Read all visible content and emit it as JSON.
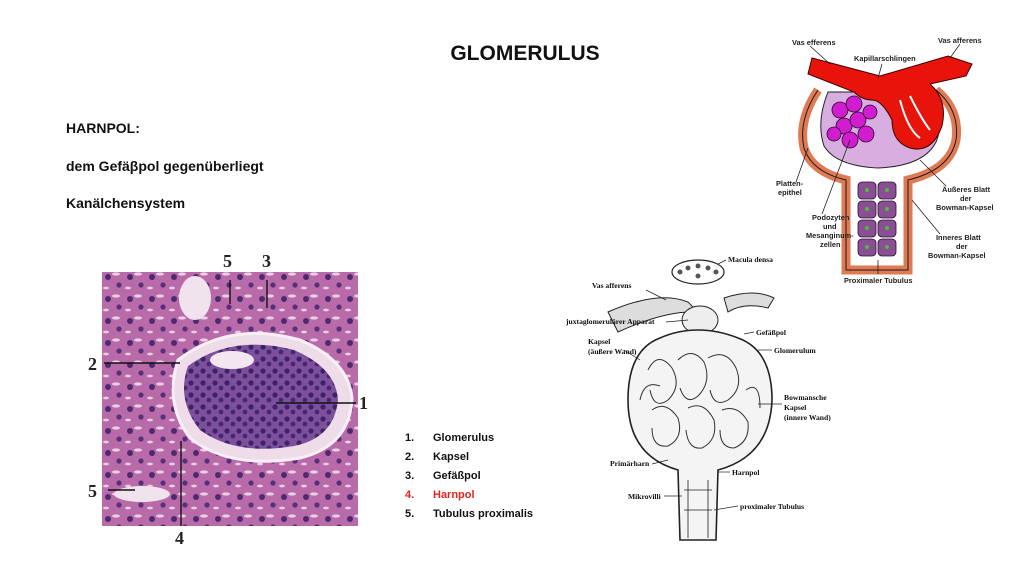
{
  "title": "GLOMERULUS",
  "headings": {
    "harnpol": "HARNPOL:",
    "line2": "dem Gefäβpol gegenüberliegt",
    "line3": "Kanälchensystem"
  },
  "micrograph": {
    "labels": [
      "5",
      "3",
      "2",
      "1",
      "5",
      "4"
    ]
  },
  "legend": {
    "items": [
      {
        "num": "1.",
        "text": "Glomerulus",
        "color": "#111111"
      },
      {
        "num": "2.",
        "text": "Kapsel",
        "color": "#111111"
      },
      {
        "num": "3.",
        "text": "Gefäßpol",
        "color": "#111111"
      },
      {
        "num": "4.",
        "text": "Harnpol",
        "color": "#e8231b"
      },
      {
        "num": "5.",
        "text": "Tubulus proximalis",
        "color": "#111111"
      }
    ]
  },
  "color_diagram": {
    "labels": {
      "vas_efferens": "Vas efferens",
      "vas_afferens": "Vas afferens",
      "kapillarschlingen": "Kapillarschlingen",
      "platten1": "Platten-",
      "platten2": "epithel",
      "podo1": "Podozyten",
      "podo2": "und",
      "podo3": "Mesanginum-",
      "podo4": "zellen",
      "aeusseres1": "Äußeres Blatt",
      "aeusseres2": "der",
      "aeusseres3": "Bowman-Kapsel",
      "inneres1": "Inneres Blatt",
      "inneres2": "der",
      "inneres3": "Bowman-Kapsel",
      "proximal": "Proximaler Tubulus"
    },
    "colors": {
      "vessel": "#e8140c",
      "podocyte": "#d21ccf",
      "tubule": "#8a4f93",
      "capsule": "#e07a55"
    }
  },
  "sketch": {
    "labels": {
      "macula": "Macula densa",
      "vas_afferens": "Vas afferens",
      "juxta": "juxtaglomerulärer Apparat",
      "gefaesspol": "Gefäßpol",
      "kapsel1": "Kapsel",
      "kapsel2": "(äußere Wand)",
      "glomerulum": "Glomerulum",
      "bowman1": "Bowmansche",
      "bowman2": "Kapsel",
      "bowman3": "(innere Wand)",
      "primaerharn": "Primärharn",
      "harnpol": "Harnpol",
      "mikrovilli": "Mikrovilli",
      "prox": "proximaler Tubulus"
    }
  }
}
